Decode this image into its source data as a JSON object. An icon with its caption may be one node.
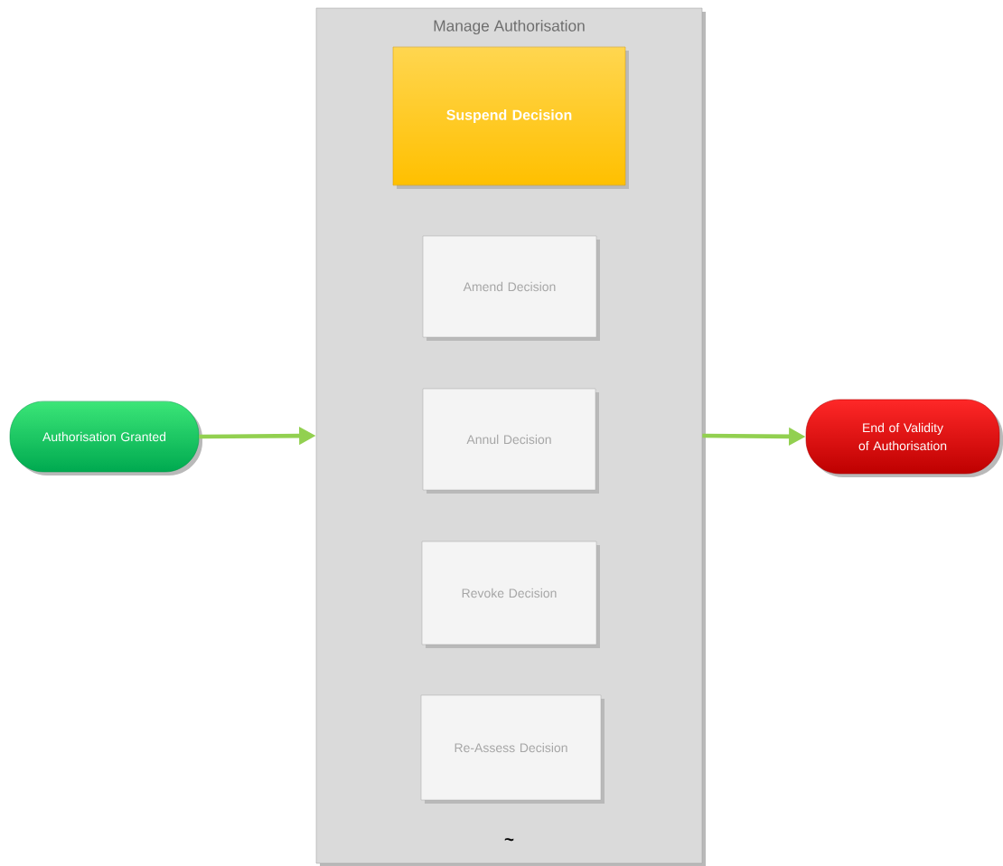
{
  "diagram": {
    "nodes": [
      {
        "text": [
          "Authorisation Granted"
        ]
      },
      {
        "text": [
          "Manage Authorisation",
          "~"
        ]
      },
      {
        "text": [
          "Suspend Decision"
        ],
        "in": 1
      },
      {
        "text": [
          "Amend Decision"
        ],
        "in": 1
      },
      {
        "text": [
          "Annul Decision"
        ],
        "in": 1
      },
      {
        "text": [
          "Revoke Decision"
        ],
        "in": 1
      },
      {
        "text": [
          "Re-Assess Decision"
        ],
        "in": 1
      },
      {
        "text": [
          "End of Validity of Authorisation"
        ]
      }
    ],
    "edges": [
      {
        "from": 0,
        "to": 1,
        "arrow": "to"
      },
      {
        "from": 1,
        "to": 7,
        "arrow": "to"
      }
    ]
  }
}
